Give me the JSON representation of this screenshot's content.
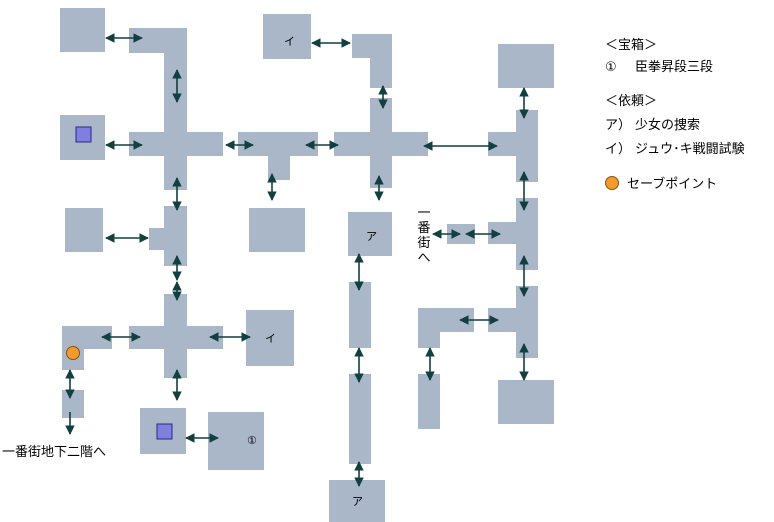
{
  "colors": {
    "floor": "#a9b7c8",
    "arrow": "#123f3f",
    "chest_fill": "#7f7fe0",
    "chest_border": "#2a2a80",
    "save_point": "#f39a2e",
    "background": "#ffffff"
  },
  "room_marks": {
    "request_i_top": "イ",
    "request_i_mid": "イ",
    "request_a_mid": "ア",
    "request_a_bottom": "ア",
    "treasure_1": "①"
  },
  "exits": {
    "east": "一番街へ",
    "south": "一番街地下二階へ"
  },
  "legend": {
    "treasure_header": "＜宝箱＞",
    "treasure_items": [
      {
        "num": "①",
        "name": "臣拳昇段三段"
      }
    ],
    "request_header": "＜依頼＞",
    "request_items": [
      {
        "num": "ア）",
        "name": "少女の捜索"
      },
      {
        "num": "イ）",
        "name": "ジュウ･キ戦闘試験"
      }
    ],
    "save_label": "セーブポイント"
  },
  "icons": {
    "treasure": "treasure-chest-marker",
    "save": "save-point-dot",
    "connector": "double-arrow-icon"
  }
}
